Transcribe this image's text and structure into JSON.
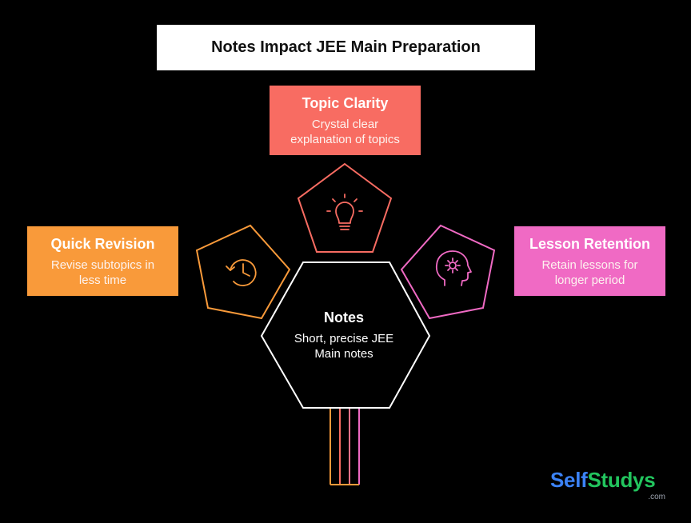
{
  "title": "Notes Impact JEE Main Preparation",
  "center": {
    "title": "Notes",
    "description_line1": "Short, precise JEE",
    "description_line2": "Main notes"
  },
  "branches": {
    "top": {
      "title": "Topic Clarity",
      "description_line1": "Crystal clear",
      "description_line2": "explanation of topics",
      "icon": "lightbulb-icon",
      "color": "#f86c62"
    },
    "left": {
      "title": "Quick Revision",
      "description_line1": "Revise subtopics in",
      "description_line2": "less time",
      "icon": "clock-history-icon",
      "color": "#f99a3a"
    },
    "right": {
      "title": "Lesson Retention",
      "description_line1": "Retain lessons for",
      "description_line2": "longer period",
      "icon": "head-gear-icon",
      "color": "#f06ac4"
    }
  },
  "brand": {
    "name_part1": "Self",
    "name_part2": "Studys",
    "suffix": ".com",
    "color_part1": "#3b82f6",
    "color_part2": "#22c55e"
  }
}
